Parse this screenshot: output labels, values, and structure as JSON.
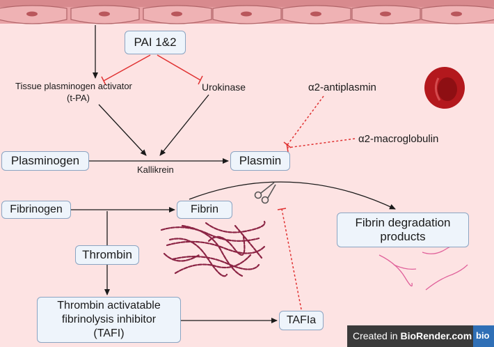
{
  "nodes": {
    "pai": "PAI 1&2",
    "tpa_line1": "Tissue plasminogen activator",
    "tpa_line2": "(t-PA)",
    "urokinase": "Urokinase",
    "a2_antiplasmin": "α2-antiplasmin",
    "a2_macroglobulin": "α2-macroglobulin",
    "plasminogen": "Plasminogen",
    "plasmin": "Plasmin",
    "kallikrein": "Kallikrein",
    "fibrinogen": "Fibrinogen",
    "fibrin": "Fibrin",
    "thrombin": "Thrombin",
    "fdp_line1": "Fibrin degradation",
    "fdp_line2": "products",
    "tafi_line1": "Thrombin activatable",
    "tafi_line2": "fibrinolysis inhibitor",
    "tafi_line3": "(TAFI)",
    "tafia": "TAFIa"
  },
  "badge": {
    "prefix": "Created in ",
    "brand": "BioRender.com",
    "logo": "bio"
  },
  "icons": {
    "endothelium": "endothelial-cell-layer-icon",
    "red_blood_cell": "red-blood-cell-icon",
    "fibrin_mesh": "fibrin-mesh-icon",
    "scissors": "scissors-icon",
    "fragments": "fibrin-fragments-icon"
  },
  "colors": {
    "background": "#fde3e3",
    "box_fill": "#eef4fb",
    "box_border": "#8aa4c2",
    "inhibition": "#e03131",
    "arrow": "#1a1a1a",
    "cell": "#e9a3a6",
    "rbc": "#b3181d",
    "fibrin": "#8b2444",
    "fragments": "#e0609a"
  }
}
